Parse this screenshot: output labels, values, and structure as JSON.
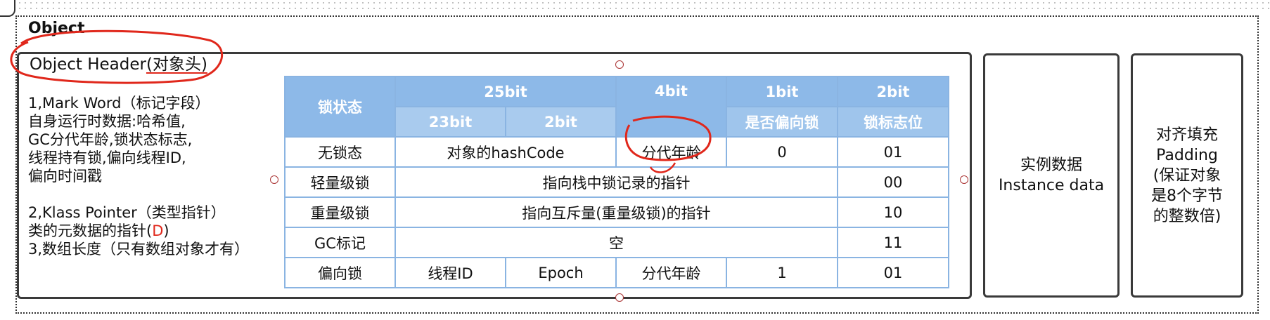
{
  "object_label": "Object",
  "header": {
    "title_prefix": "Object Header",
    "title_suffix": "(对象头)",
    "mark_word_title": "1,Mark Word（标记字段）",
    "mark_word_lines": [
      "自身运行时数据:哈希值,",
      "GC分代年龄,锁状态标志,",
      "线程持有锁,偏向线程ID,",
      "偏向时间戳"
    ],
    "klass_title": "2,Klass Pointer（类型指针）",
    "klass_desc": "类的元数据的指针(",
    "klass_desc_mark": "D",
    "klass_desc_end": ")",
    "array_length": "3,数组长度（只有数组对象才有）"
  },
  "table": {
    "col_state": "锁状态",
    "col_25bit": "25bit",
    "col_4bit": "4bit",
    "col_1bit": "1bit",
    "col_2bit": "2bit",
    "sub_23bit": "23bit",
    "sub_2bit": "2bit",
    "sub_biased": "是否偏向锁",
    "sub_flag": "锁标志位",
    "rows": [
      {
        "state": "无锁态",
        "hash": "对象的hashCode",
        "age": "分代年龄",
        "biased": "0",
        "flag": "01"
      },
      {
        "state": "轻量级锁",
        "span": "指向栈中锁记录的指针",
        "flag": "00"
      },
      {
        "state": "重量级锁",
        "span": "指向互斥量(重量级锁)的指针",
        "flag": "10"
      },
      {
        "state": "GC标记",
        "span": "空",
        "flag": "11"
      },
      {
        "state": "偏向锁",
        "thread_id": "线程ID",
        "epoch": "Epoch",
        "age": "分代年龄",
        "biased": "1",
        "flag": "01"
      }
    ]
  },
  "instance": {
    "line1": "实例数据",
    "line2": "Instance data"
  },
  "padding": {
    "line1": "对齐填充",
    "line2": "Padding",
    "line3": "(保证对象",
    "line4": "是8个字节",
    "line5": "的整数倍)"
  }
}
